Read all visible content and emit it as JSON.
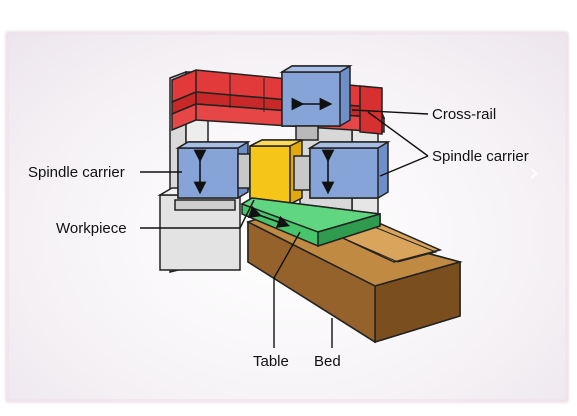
{
  "diagram": {
    "labels": {
      "cross_rail": "Cross-rail",
      "spindle_carrier_left": "Spindle carrier",
      "spindle_carrier_right": "Spindle carrier",
      "workpiece": "Workpiece",
      "table": "Table",
      "bed": "Bed"
    },
    "colors": {
      "cross_rail": "#d92d2d",
      "spindle_carrier": "#7f9fd4",
      "workpiece": "#f2c21a",
      "table": "#3cc064",
      "bed": "#9a6b2e",
      "column": "#e6e6e6"
    }
  },
  "controls": {
    "next_icon": "chevron-right-icon",
    "next_glyph": "›"
  }
}
